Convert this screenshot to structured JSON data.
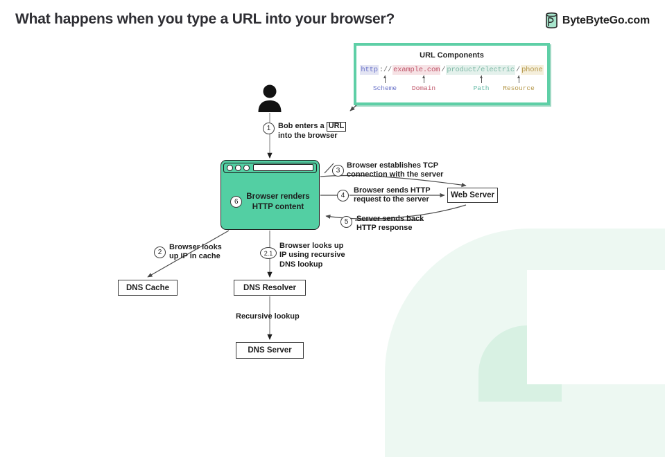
{
  "header": {
    "title": "What happens when you type a URL into your browser?",
    "brand": "ByteByteGo.com",
    "brand_icon": "bytebytego-cylinder-logo"
  },
  "url_panel": {
    "title": "URL Components",
    "url_segments": [
      {
        "text": "http",
        "role": "scheme",
        "color": "#6b74c9",
        "bg": "#e3e4f3"
      },
      {
        "text": "://",
        "role": "separator",
        "color": "#6e6e6e",
        "bg": "transparent"
      },
      {
        "text": "example.com",
        "role": "domain",
        "color": "#c0566a",
        "bg": "#f6e2e5"
      },
      {
        "text": "/",
        "role": "separator",
        "color": "#6e6e6e",
        "bg": "transparent"
      },
      {
        "text": "product/electric",
        "role": "path",
        "color": "#7fb9a6",
        "bg": "#e4f1ec"
      },
      {
        "text": "/",
        "role": "separator",
        "color": "#6e6e6e",
        "bg": "transparent"
      },
      {
        "text": "phone",
        "role": "resource",
        "color": "#b79a4e",
        "bg": "#f5efdc"
      }
    ],
    "legend": [
      {
        "label": "Scheme",
        "color": "#6b74c9"
      },
      {
        "label": "Domain",
        "color": "#c0566a"
      },
      {
        "label": "Path",
        "color": "#5fb8a4"
      },
      {
        "label": "Resource",
        "color": "#b79a4e"
      }
    ],
    "border_color": "#5ecfa6"
  },
  "nodes": {
    "actor": "user-person-icon",
    "browser": {
      "step": "6",
      "label_line1": "Browser renders",
      "label_line2": "HTTP content",
      "fill": "#53cfa3"
    },
    "web_server": "Web Server",
    "dns_cache": "DNS Cache",
    "dns_resolver": "DNS Resolver",
    "dns_server": "DNS Server"
  },
  "steps": [
    {
      "num": "1",
      "line1": "Bob enters a",
      "chip": "URL",
      "line2": "into the browser"
    },
    {
      "num": "3",
      "line1": "Browser establishes TCP",
      "line2": "connection with the server"
    },
    {
      "num": "4",
      "line1": "Browser sends HTTP",
      "line2": "request to the server"
    },
    {
      "num": "5",
      "line1": "Server sends back",
      "line2": "HTTP response"
    },
    {
      "num": "2",
      "line1": "Browser looks",
      "line2": "up IP in cache"
    },
    {
      "num": "2.1",
      "line1": "Browser looks up",
      "line2": "IP using recursive",
      "line3": "DNS lookup"
    }
  ],
  "edges": {
    "recursive_lookup": "Recursive lookup"
  },
  "colors": {
    "accent_green": "#53cfa3",
    "panel_border": "#5ecfa6",
    "background_blob": "#edf8f2",
    "background_blob_accent": "#d8f1e3",
    "text": "#1d1d1d",
    "title": "#2e2e33"
  }
}
